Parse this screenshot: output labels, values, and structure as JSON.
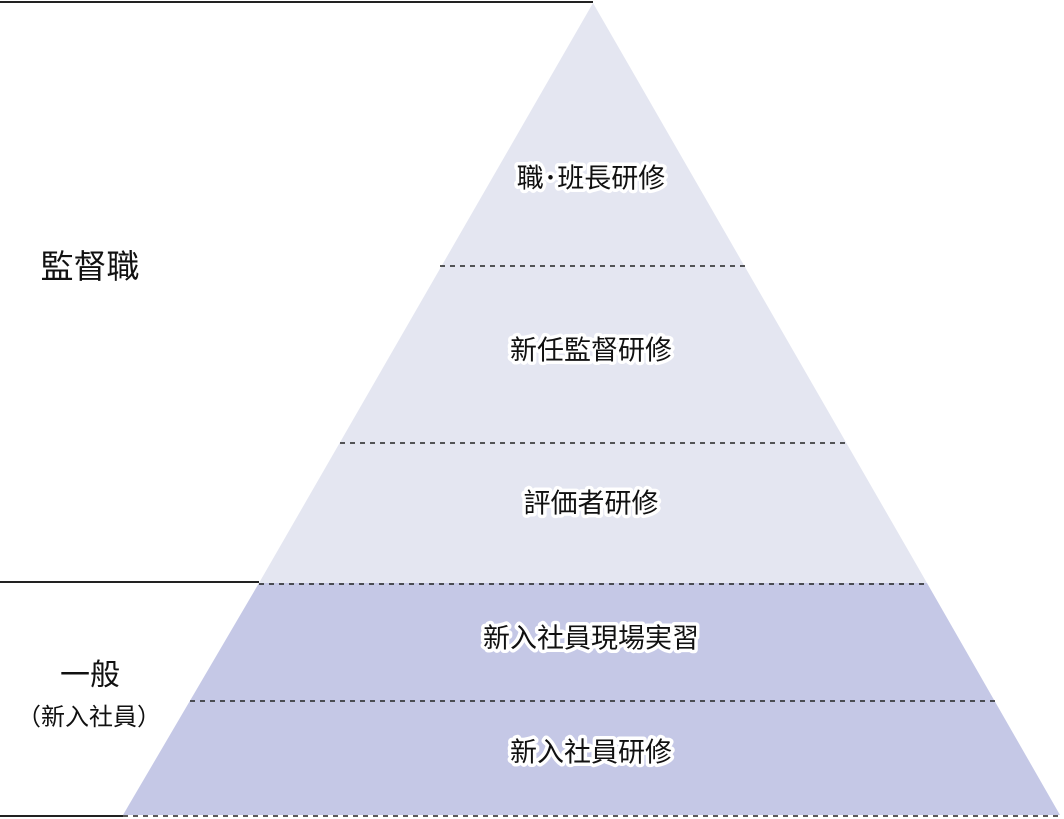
{
  "colors": {
    "upper_fill": "#e4e6f1",
    "lower_fill": "#c5c8e6",
    "line": "#222222"
  },
  "side_labels": {
    "supervisor": "監督職",
    "general": "一般",
    "general_sub": "（新入社員）"
  },
  "tiers": [
    {
      "label": "職･班長研修",
      "group": "supervisor"
    },
    {
      "label": "新任監督研修",
      "group": "supervisor"
    },
    {
      "label": "評価者研修",
      "group": "supervisor"
    },
    {
      "label": "新入社員現場実習",
      "group": "general"
    },
    {
      "label": "新入社員研修",
      "group": "general"
    }
  ]
}
